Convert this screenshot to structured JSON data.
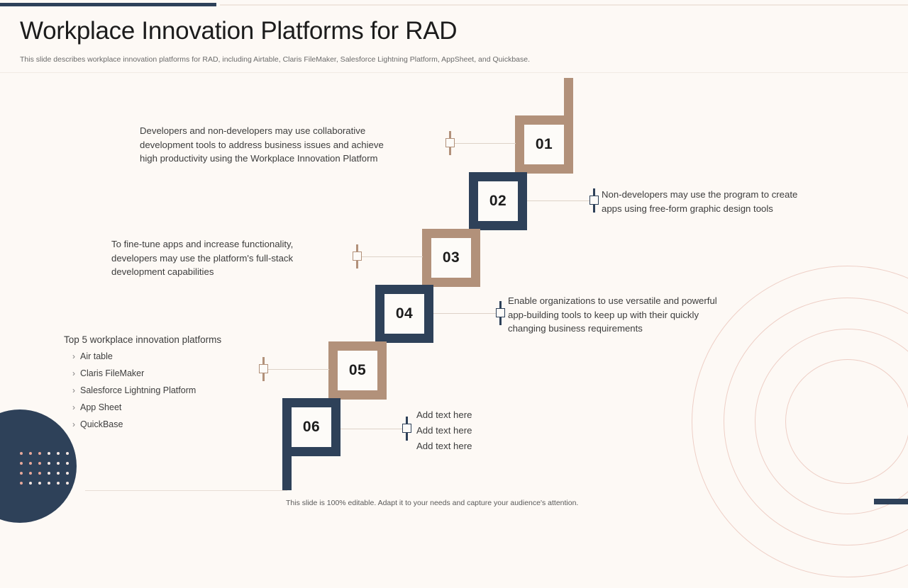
{
  "header": {
    "title": "Workplace Innovation Platforms for RAD",
    "subtitle": "This slide describes workplace innovation platforms for RAD, including Airtable, Claris FileMaker, Salesforce Lightning Platform, AppSheet, and Quickbase."
  },
  "colors": {
    "tan": "#b2917a",
    "navy": "#2e4159",
    "background": "#fdf9f5",
    "accent_pink": "#e8a89a"
  },
  "steps": [
    {
      "number": "01",
      "color": "tan"
    },
    {
      "number": "02",
      "color": "navy"
    },
    {
      "number": "03",
      "color": "tan"
    },
    {
      "number": "04",
      "color": "navy"
    },
    {
      "number": "05",
      "color": "tan"
    },
    {
      "number": "06",
      "color": "navy"
    }
  ],
  "descriptions": {
    "step01": {
      "line1": "Developers and non-developers may use collaborative",
      "line2": "development tools to address business issues and achieve",
      "line3": "high productivity using the Workplace Innovation  Platform"
    },
    "step02": {
      "line1": "Non-developers may use the program to create",
      "line2": "apps using free-form graphic design tools",
      "line3": ""
    },
    "step03": {
      "line1": "To fine-tune apps and increase functionality,",
      "line2": "developers may use the platform's full-stack",
      "line3": "development capabilities"
    },
    "step04": {
      "line1": "Enable organizations to use versatile and powerful",
      "line2": "app-building tools to keep up with their quickly",
      "line3": "changing business requirements"
    },
    "step06": {
      "line1": "Add text here",
      "line2": "Add text here",
      "line3": "Add text here"
    }
  },
  "list": {
    "title": "Top 5 workplace innovation platforms",
    "bullet_glyph": "›",
    "items": [
      "Air table",
      "Claris FileMaker",
      "Salesforce Lightning Platform",
      "App Sheet",
      "QuickBase"
    ]
  },
  "footer": {
    "note": "This slide is 100% editable. Adapt it to your needs and capture your audience's attention."
  }
}
